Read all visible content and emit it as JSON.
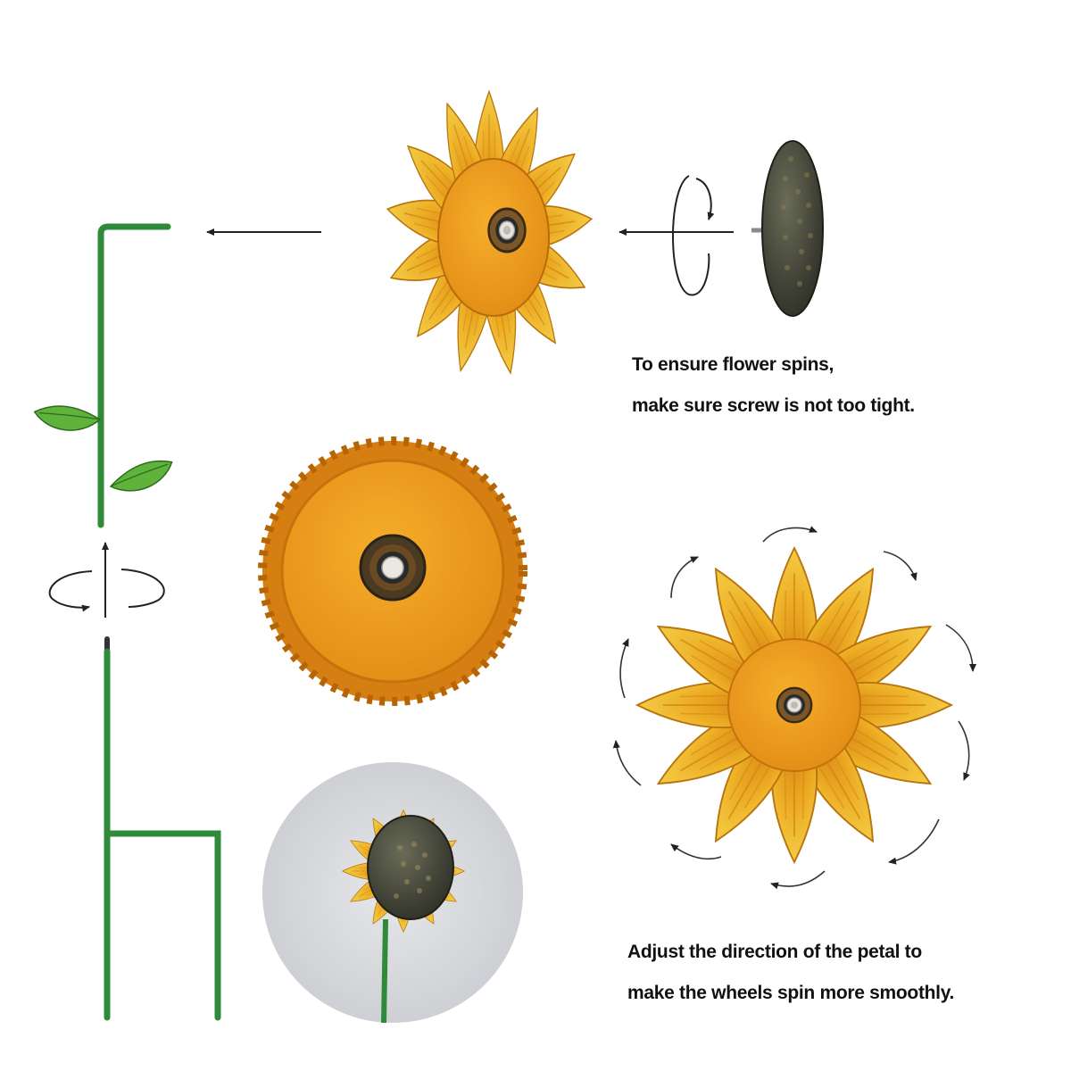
{
  "captions": {
    "screw_line1": "To ensure flower spins,",
    "screw_line2": "make sure screw is not too tight.",
    "petal_line1": "Adjust the direction of the petal to",
    "petal_line2": "make the wheels spin more smoothly."
  },
  "colors": {
    "stake_green": "#2f8a3a",
    "petal_gold": "#e9a21a",
    "center_orange": "#f0a020",
    "cap_bronze": "#3e4034",
    "arrow_ink": "#222222"
  },
  "icons": [
    "flower-head-icon",
    "center-cap-icon",
    "rotate-arrow-icon",
    "stake-icon",
    "leaf-icon",
    "bearing-icon"
  ]
}
